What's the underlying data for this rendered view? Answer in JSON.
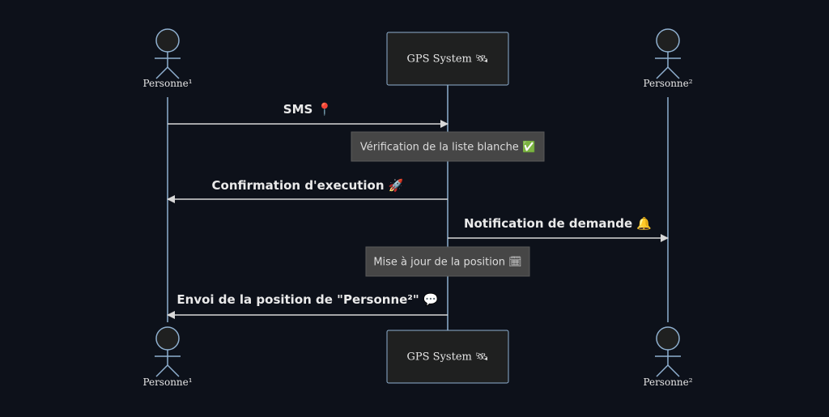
{
  "participants": {
    "left_actor": "Personne¹",
    "system": "GPS System 🛰",
    "right_actor": "Personne²"
  },
  "messages": [
    {
      "label": "SMS 📍",
      "from": "left_actor",
      "to": "system"
    },
    {
      "label": "Confirmation d'execution 🚀",
      "from": "system",
      "to": "left_actor"
    },
    {
      "label": "Notification de demande 🔔",
      "from": "system",
      "to": "right_actor"
    },
    {
      "label": "Envoi de la position de \"Personne²\" 💬",
      "from": "system",
      "to": "left_actor"
    }
  ],
  "notes": [
    {
      "label": "Vérification de la liste blanche ✅",
      "over": "system"
    },
    {
      "label": "Mise à jour de la position 🗓",
      "over": "system"
    }
  ],
  "colors": {
    "background": "#0d111a",
    "line": "#8fb0d0",
    "box_fill": "#1f2020",
    "note_fill": "#464646",
    "text": "#e6e6e6"
  }
}
